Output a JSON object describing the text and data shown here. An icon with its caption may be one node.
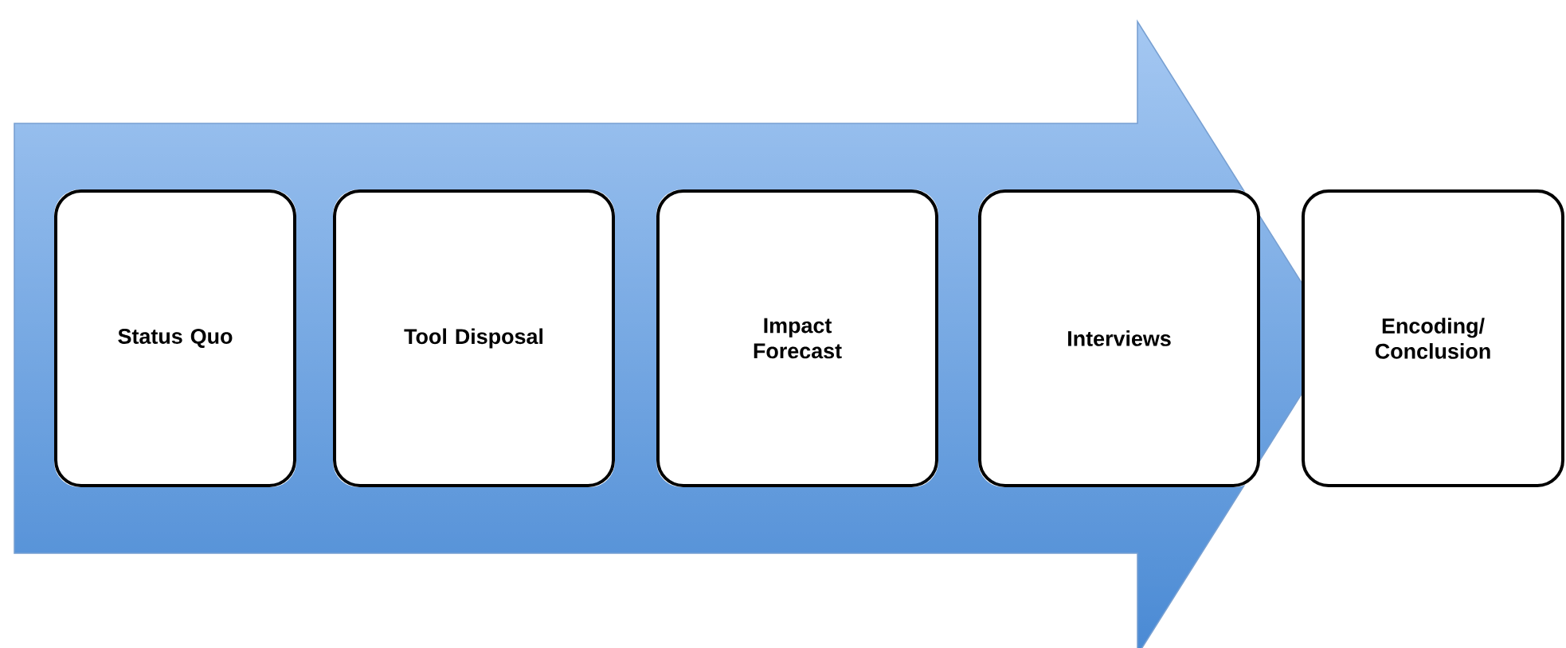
{
  "diagram": {
    "nodes": [
      {
        "text": [
          "Status Quo"
        ]
      },
      {
        "text": [
          "Tool Disposal"
        ]
      },
      {
        "text": [
          "Impact Forecast"
        ]
      },
      {
        "text": [
          "Interviews"
        ]
      },
      {
        "text": [
          "Encoding/ Conclusion"
        ]
      }
    ],
    "edges": [
      {
        "from": 0,
        "to": 4,
        "arrow": "to"
      }
    ]
  }
}
